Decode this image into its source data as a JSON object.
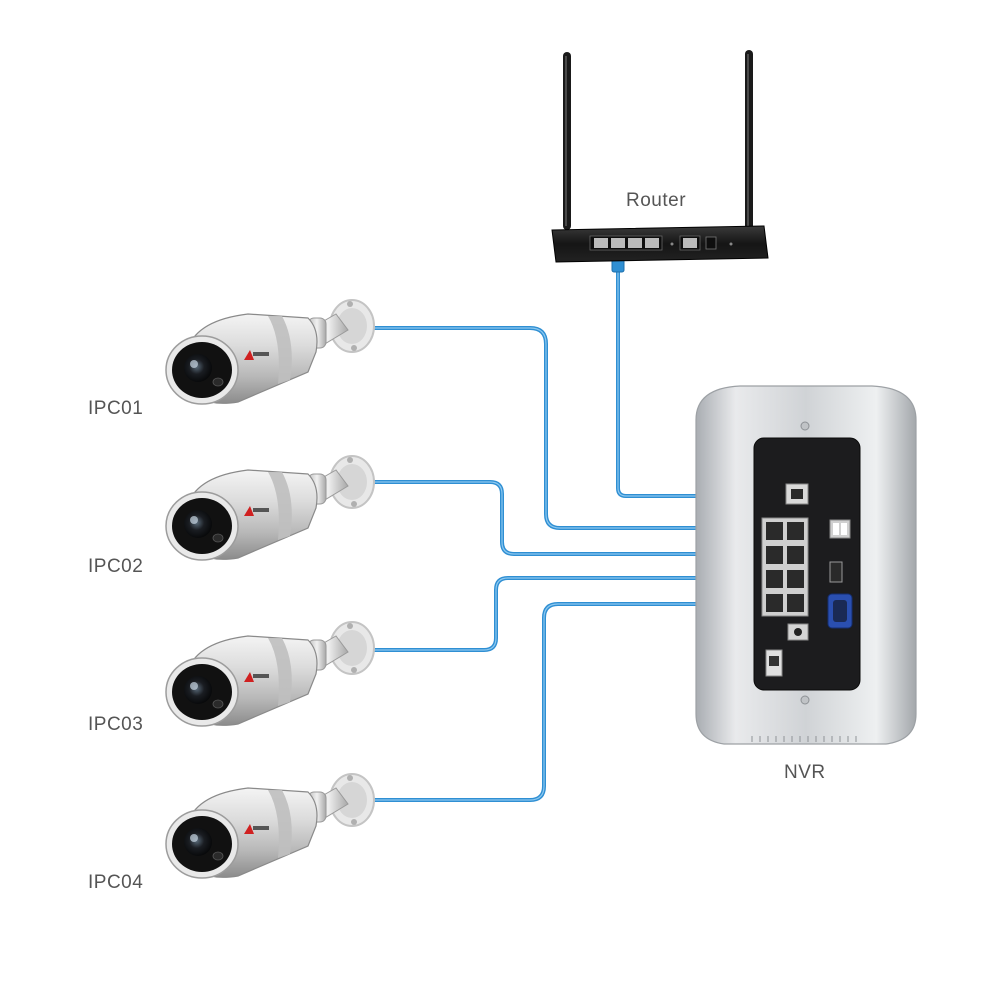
{
  "labels": {
    "router": "Router",
    "nvr": "NVR",
    "cameras": [
      "IPC01",
      "IPC02",
      "IPC03",
      "IPC04"
    ]
  },
  "colors": {
    "cable": "#2f8fd3",
    "label_text": "#555555",
    "camera_body": "#d8d8d8",
    "nvr_body": "#d9dbde",
    "panel": "#1c1c1e",
    "router_body": "#1a1a1a"
  },
  "nodes": [
    {
      "id": "router",
      "icon": "router-icon"
    },
    {
      "id": "nvr",
      "icon": "nvr-icon"
    },
    {
      "id": "ipc01",
      "icon": "bullet-camera-icon"
    },
    {
      "id": "ipc02",
      "icon": "bullet-camera-icon"
    },
    {
      "id": "ipc03",
      "icon": "bullet-camera-icon"
    },
    {
      "id": "ipc04",
      "icon": "bullet-camera-icon"
    }
  ],
  "connections": [
    {
      "from": "router",
      "to": "nvr",
      "type": "ethernet"
    },
    {
      "from": "ipc01",
      "to": "nvr",
      "type": "ethernet"
    },
    {
      "from": "ipc02",
      "to": "nvr",
      "type": "ethernet"
    },
    {
      "from": "ipc03",
      "to": "nvr",
      "type": "ethernet"
    },
    {
      "from": "ipc04",
      "to": "nvr",
      "type": "ethernet"
    }
  ]
}
